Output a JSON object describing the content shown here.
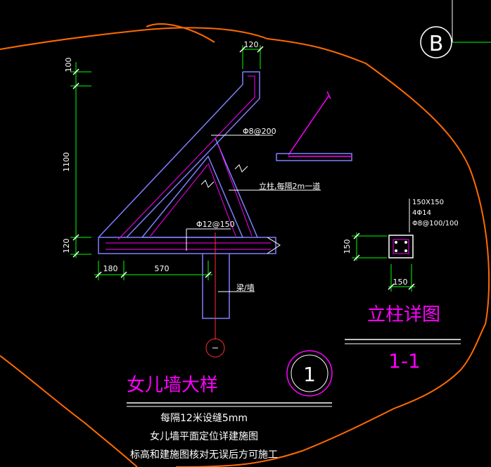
{
  "grid_bubble": {
    "label": "B"
  },
  "dimensions": {
    "top_width": "120",
    "left_top": "100",
    "left_height": "1100",
    "left_bottom": "120",
    "bottom_left": "180",
    "bottom_mid": "570",
    "column_height": "150",
    "column_width": "150"
  },
  "annotations": {
    "rebar_top": "Φ8@200",
    "post_note": "立柱,每隔2m一道",
    "rebar_slab": "Φ12@150",
    "beam_wall": "梁/墙",
    "column_size": "150X150",
    "column_bars": "4Φ14",
    "column_stirrup": "Φ8@100/100"
  },
  "titles": {
    "column_detail": "立柱详图",
    "section": "1-1",
    "parapet_detail": "女儿墙大样",
    "detail_number": "1"
  },
  "notes": [
    "每隔12米设缝5mm",
    "女儿墙平面定位详建施图",
    "标高和建施图核对无误后方可施工"
  ],
  "colors": {
    "background": "#000000",
    "outline": "#7f7fff",
    "dimension": "#00ff00",
    "annotation": "#ff00ff",
    "text": "#ffffff",
    "cloud": "#ff6a00"
  }
}
